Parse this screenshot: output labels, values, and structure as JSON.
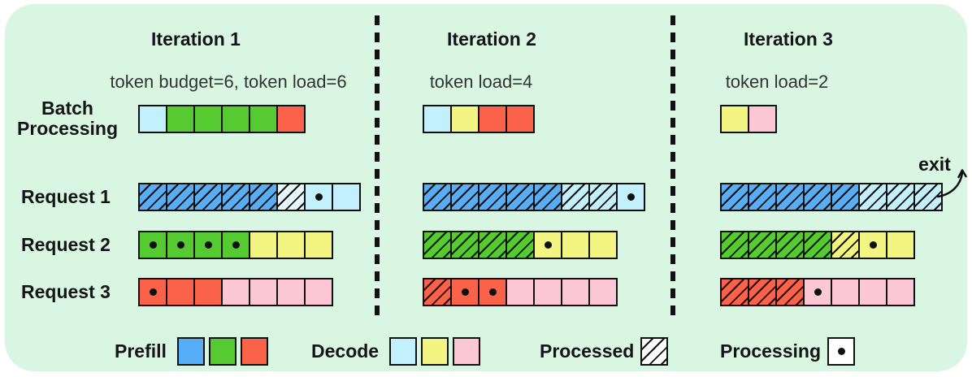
{
  "diagram_title_note": "LLM continuous batching diagram",
  "palette": {
    "blue": "#55aef7",
    "green": "#55cb31",
    "red": "#fa6249",
    "lblue": "#c2f0fc",
    "lblue_pale": "#e6f7fd",
    "yellow": "#f3f583",
    "pink": "#fcc7d5",
    "white": "#ffffff",
    "background": "#d8f6e2",
    "line": "#111111"
  },
  "row_labels": {
    "batch_line1": "Batch",
    "batch_line2": "Processing",
    "requests": [
      "Request 1",
      "Request 2",
      "Request 3"
    ]
  },
  "iterations": [
    {
      "title": "Iteration 1",
      "subtitle": "token budget=6, token load=6",
      "batch": [
        "lblue",
        "green",
        "green",
        "green",
        "green",
        "red"
      ],
      "requests": [
        [
          "blue:h",
          "blue:h",
          "blue:h",
          "blue:h",
          "blue:h",
          "lblue_pale:h",
          "lblue:d",
          "lblue"
        ],
        [
          "green:d",
          "green:d",
          "green:d",
          "green:d",
          "yellow",
          "yellow",
          "yellow"
        ],
        [
          "red:d",
          "red",
          "red",
          "pink",
          "pink",
          "pink",
          "pink"
        ]
      ]
    },
    {
      "title": "Iteration 2",
      "subtitle": "token load=4",
      "batch": [
        "lblue",
        "yellow",
        "red",
        "red"
      ],
      "requests": [
        [
          "blue:h",
          "blue:h",
          "blue:h",
          "blue:h",
          "blue:h",
          "lblue:h",
          "lblue:h",
          "lblue:d"
        ],
        [
          "green:h",
          "green:h",
          "green:h",
          "green:h",
          "yellow:d",
          "yellow",
          "yellow"
        ],
        [
          "red:h",
          "red:d",
          "red:d",
          "pink",
          "pink",
          "pink",
          "pink"
        ]
      ]
    },
    {
      "title": "Iteration 3",
      "subtitle": "token load=2",
      "batch": [
        "yellow",
        "pink"
      ],
      "requests": [
        [
          "blue:h",
          "blue:h",
          "blue:h",
          "blue:h",
          "blue:h",
          "lblue:h",
          "lblue:h",
          "lblue:h"
        ],
        [
          "green:h",
          "green:h",
          "green:h",
          "green:h",
          "yellow:h",
          "yellow:d",
          "yellow"
        ],
        [
          "red:h",
          "red:h",
          "red:h",
          "pink:d",
          "pink",
          "pink",
          "pink"
        ]
      ],
      "exit_label": "exit"
    }
  ],
  "legend": {
    "prefill": {
      "label": "Prefill",
      "swatches": [
        "blue",
        "green",
        "red"
      ]
    },
    "decode": {
      "label": "Decode",
      "swatches": [
        "lblue",
        "yellow",
        "pink"
      ]
    },
    "processed": {
      "label": "Processed",
      "swatches": [
        "white:h"
      ]
    },
    "processing": {
      "label": "Processing",
      "swatches": [
        "white:d"
      ]
    }
  }
}
